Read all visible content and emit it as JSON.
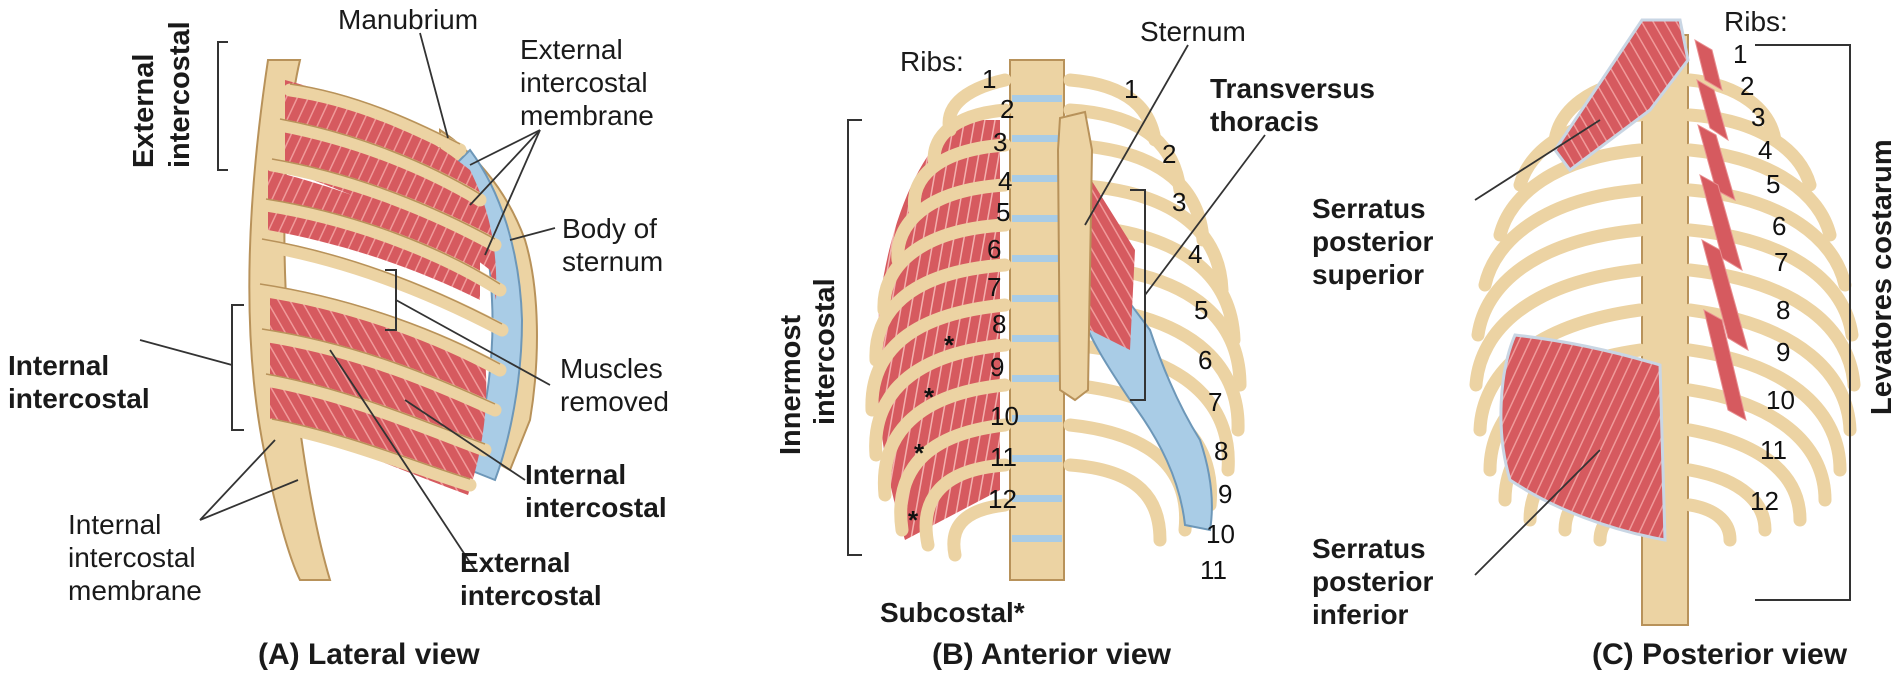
{
  "panels": {
    "a": {
      "caption": "(A) Lateral view",
      "labels": {
        "manubrium": "Manubrium",
        "external_intercostal_membrane": [
          "External",
          "intercostal",
          "membrane"
        ],
        "body_of_sternum": [
          "Body of",
          "sternum"
        ],
        "muscles_removed": [
          "Muscles",
          "removed"
        ],
        "internal_intercostal_left": [
          "Internal",
          "intercostal"
        ],
        "internal_intercostal_right": [
          "Internal",
          "intercostal"
        ],
        "internal_intercostal_membrane": [
          "Internal",
          "intercostal",
          "membrane"
        ],
        "external_intercostal_bottom": [
          "External",
          "intercostal"
        ],
        "external_intercostal_vertical": [
          "External",
          "intercostal"
        ]
      }
    },
    "b": {
      "caption": "(B) Anterior view",
      "labels": {
        "sternum": "Sternum",
        "ribs": "Ribs:",
        "transversus_thoracis": [
          "Transversus",
          "thoracis"
        ],
        "innermost_intercostal": [
          "Innermost",
          "intercostal"
        ],
        "subcostal": "Subcostal*",
        "star": "*"
      },
      "left_rib_numbers": [
        "1",
        "2",
        "3",
        "4",
        "5",
        "6",
        "7",
        "8",
        "9",
        "10",
        "11",
        "12"
      ],
      "right_rib_numbers": [
        "1",
        "2",
        "3",
        "4",
        "5",
        "6",
        "7",
        "8",
        "9",
        "10",
        "11"
      ]
    },
    "c": {
      "caption": "(C) Posterior view",
      "labels": {
        "ribs": "Ribs:",
        "serratus_posterior_superior": [
          "Serratus",
          "posterior",
          "superior"
        ],
        "serratus_posterior_inferior": [
          "Serratus",
          "posterior",
          "inferior"
        ],
        "levatores_costarum": "Levatores costarum"
      },
      "rib_numbers": [
        "1",
        "2",
        "3",
        "4",
        "5",
        "6",
        "7",
        "8",
        "9",
        "10",
        "11",
        "12"
      ]
    }
  },
  "colors": {
    "bone": "#ecd3a3",
    "bone_outline": "#b8925a",
    "muscle": "#d65a5f",
    "muscle_light": "#e88e8f",
    "cartilage": "#a9cce6",
    "membrane": "#c9d6e4"
  }
}
